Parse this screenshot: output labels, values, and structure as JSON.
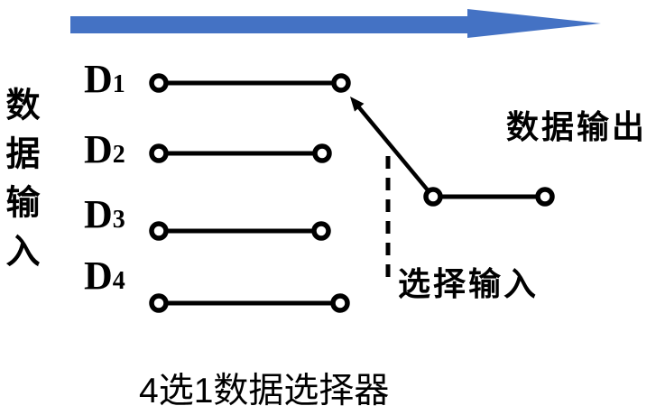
{
  "colors": {
    "arrow_blue": "#4472C4",
    "line_black": "#000000",
    "background": "#ffffff"
  },
  "labels": {
    "data_input_vertical": "数据输入",
    "data_output": "数据输出",
    "select_input": "选择输入",
    "caption": "4选1数据选择器"
  },
  "inputs": [
    {
      "name": "D",
      "sub": "1"
    },
    {
      "name": "D",
      "sub": "2"
    },
    {
      "name": "D",
      "sub": "3"
    },
    {
      "name": "D",
      "sub": "4"
    }
  ],
  "icons": {
    "flow_arrow": "right-arrow",
    "switch_pointer": "up-left-arrowhead"
  }
}
